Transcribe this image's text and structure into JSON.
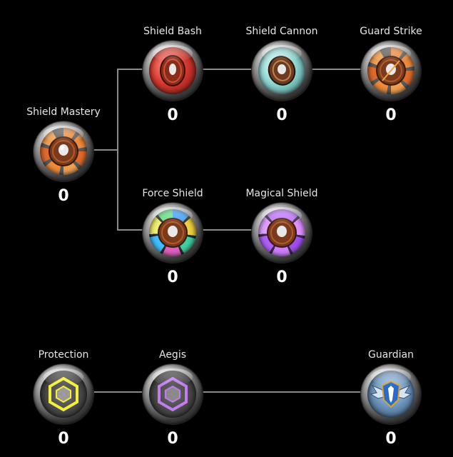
{
  "skill_tree": {
    "shield_mastery": {
      "name": "Shield Mastery",
      "points": "0",
      "icon": "orange-shield-icon"
    },
    "shield_bash": {
      "name": "Shield Bash",
      "points": "0",
      "icon": "red-shield-bash-icon"
    },
    "shield_cannon": {
      "name": "Shield Cannon",
      "points": "0",
      "icon": "teal-shield-cannon-icon"
    },
    "guard_strike": {
      "name": "Guard Strike",
      "points": "0",
      "icon": "orange-guard-strike-icon"
    },
    "force_shield": {
      "name": "Force Shield",
      "points": "0",
      "icon": "rainbow-shield-icon"
    },
    "magical_shield": {
      "name": "Magical Shield",
      "points": "0",
      "icon": "violet-shield-icon"
    },
    "protection": {
      "name": "Protection",
      "points": "0",
      "icon": "yellow-hexagon-icon"
    },
    "aegis": {
      "name": "Aegis",
      "points": "0",
      "icon": "purple-hexagon-icon"
    },
    "guardian": {
      "name": "Guardian",
      "points": "0",
      "icon": "winged-shield-icon"
    }
  },
  "colors": {
    "background": "#000000",
    "connector": "#8a8a8a",
    "label": "#e6e6e6",
    "points": "#ffffff"
  }
}
